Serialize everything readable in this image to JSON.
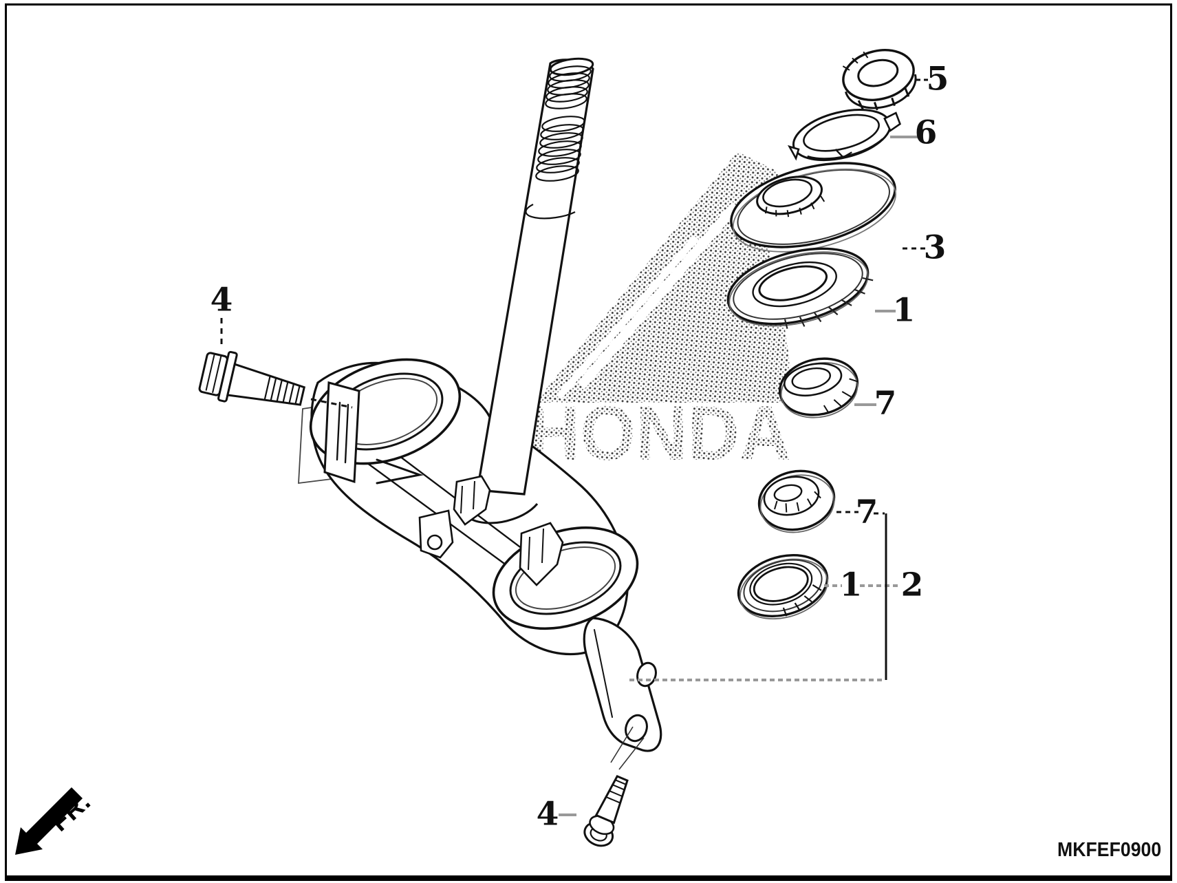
{
  "figure": {
    "diagram_code": "MKFEF0900",
    "watermark_text": "HONDA",
    "front_indicator": "FR."
  },
  "callouts": [
    {
      "label": "4"
    },
    {
      "label": "5"
    },
    {
      "label": "6"
    },
    {
      "label": "3"
    },
    {
      "label": "1"
    },
    {
      "label": "7"
    },
    {
      "label": "7"
    },
    {
      "label": "1"
    },
    {
      "label": "2"
    },
    {
      "label": "4"
    }
  ]
}
